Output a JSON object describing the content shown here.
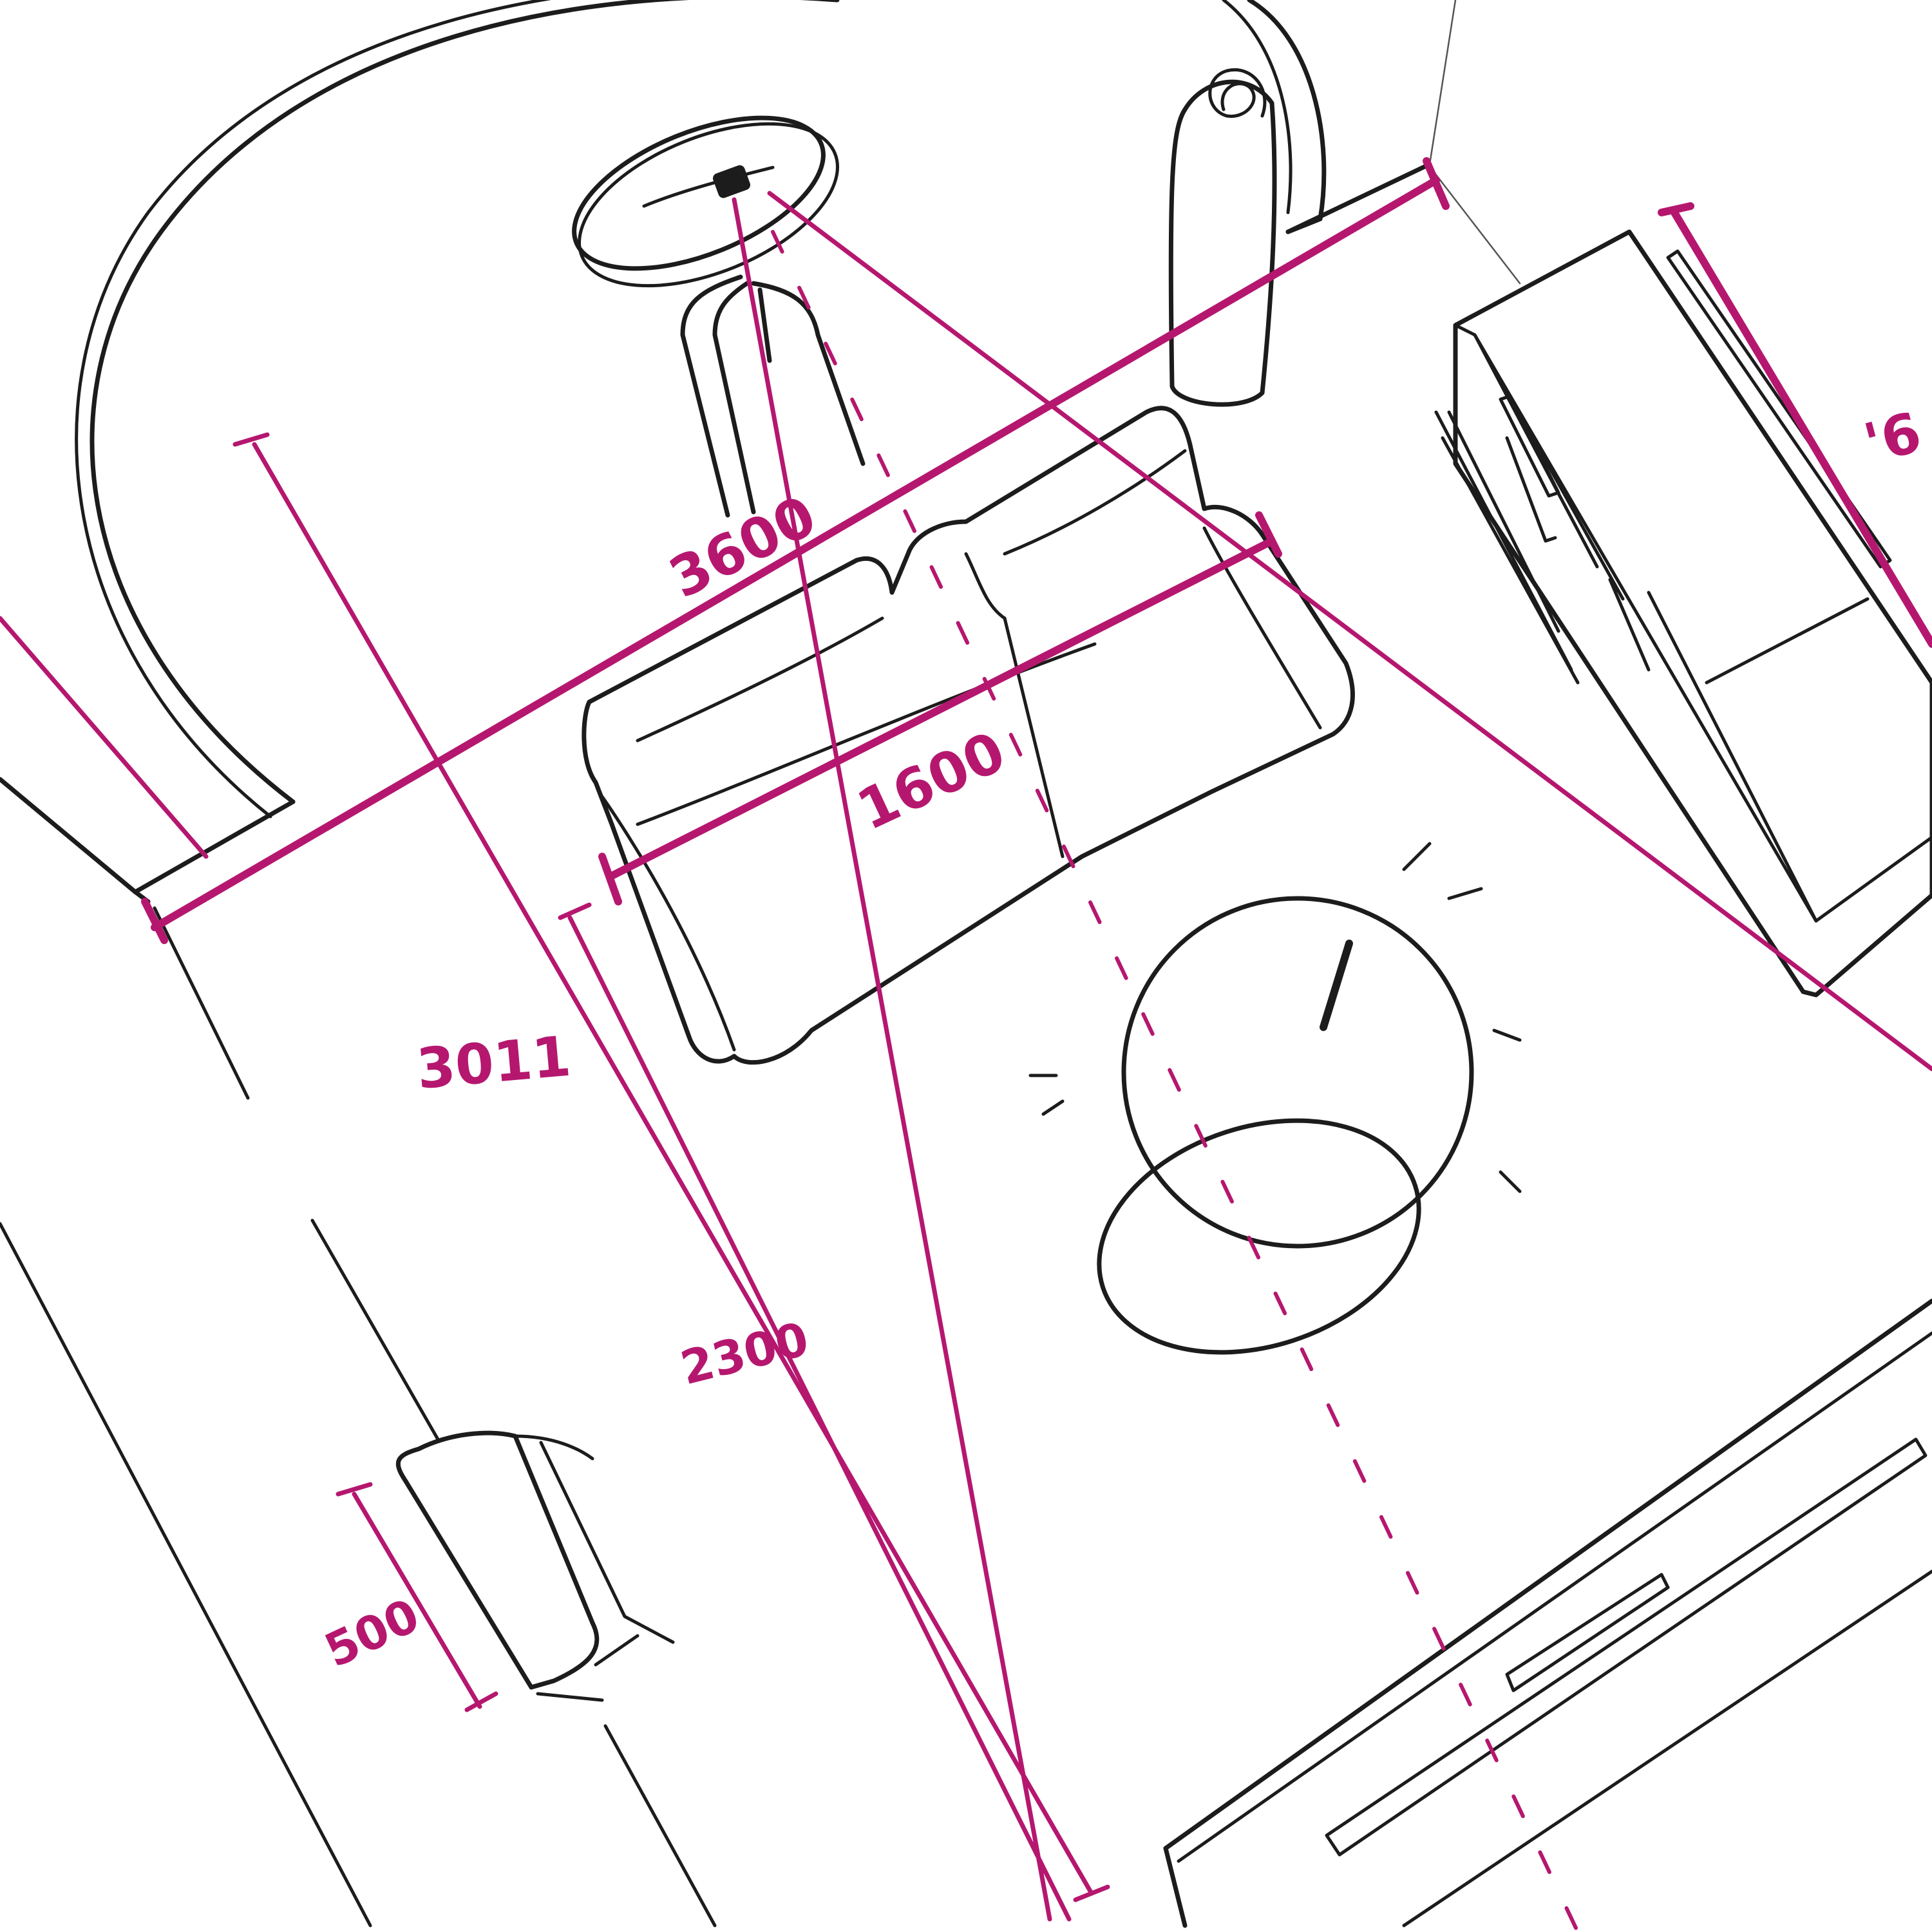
{
  "colors": {
    "ink": "#1c1c1c",
    "measure": "#b5176f",
    "paper": "#ffffff"
  },
  "icons": [
    "camera-icon",
    "tripod-icon",
    "lamp-icon"
  ],
  "dimensions": {
    "room_width": "3600",
    "sofa_width": "1600",
    "chair_depth": "500",
    "camera_distance": "2300",
    "wall_offset": "3011",
    "right_partial": "'6"
  }
}
